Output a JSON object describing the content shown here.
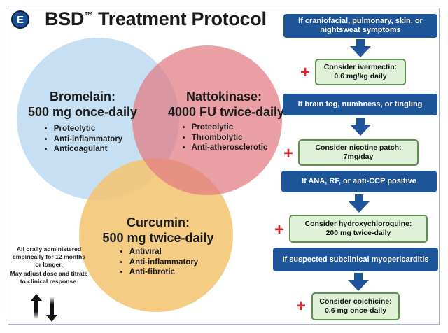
{
  "header": {
    "badge_letter": "E",
    "title": "BSD",
    "title_mark": "™",
    "title_rest": " Treatment Protocol"
  },
  "colors": {
    "bromelain_circle": "#bcd9f1",
    "nattokinase_circle": "#e6868c",
    "curcumin_circle": "#f3c677",
    "condition_box": "#1e5598",
    "recommendation_box": "#dff2d8",
    "recommendation_border": "#5e9150",
    "plus_sign": "#d8262e",
    "badge": "#1b4f95"
  },
  "circles": [
    {
      "name": "Bromelain:",
      "dose": "500 mg once-daily",
      "properties": [
        "Proteolytic",
        "Anti-inflammatory",
        "Anticoagulant"
      ]
    },
    {
      "name": "Nattokinase:",
      "dose": "4000 FU twice-daily",
      "properties": [
        "Proteolytic",
        "Thrombolytic",
        "Anti-atherosclerotic"
      ]
    },
    {
      "name": "Curcumin:",
      "dose": "500 mg twice-daily",
      "properties": [
        "Antiviral",
        "Anti-inflammatory",
        "Anti-fibrotic"
      ]
    }
  ],
  "notes": {
    "administration": "All orally administered empirically for 12 months or longer.",
    "titration": "May adjust dose and titrate to clinical response.",
    "icon": "up-down-arrows-icon"
  },
  "flow": [
    {
      "condition": "If craniofacial, pulmonary, skin, or nightsweat symptoms",
      "recommendation_line1": "Consider ivermectin:",
      "recommendation_line2": "0.6 mg/kg daily"
    },
    {
      "condition": "If brain fog, numbness, or tingling",
      "recommendation_line1": "Consider nicotine patch:",
      "recommendation_line2": "7mg/day"
    },
    {
      "condition": "If ANA, RF, or anti-CCP positive",
      "recommendation_line1": "Consider hydroxychloroquine:",
      "recommendation_line2": "200 mg twice-daily"
    },
    {
      "condition": "If suspected subclinical myopericarditis",
      "recommendation_line1": "Consider colchicine:",
      "recommendation_line2": "0.6 mg once-daily"
    }
  ],
  "plus_symbol": "+"
}
